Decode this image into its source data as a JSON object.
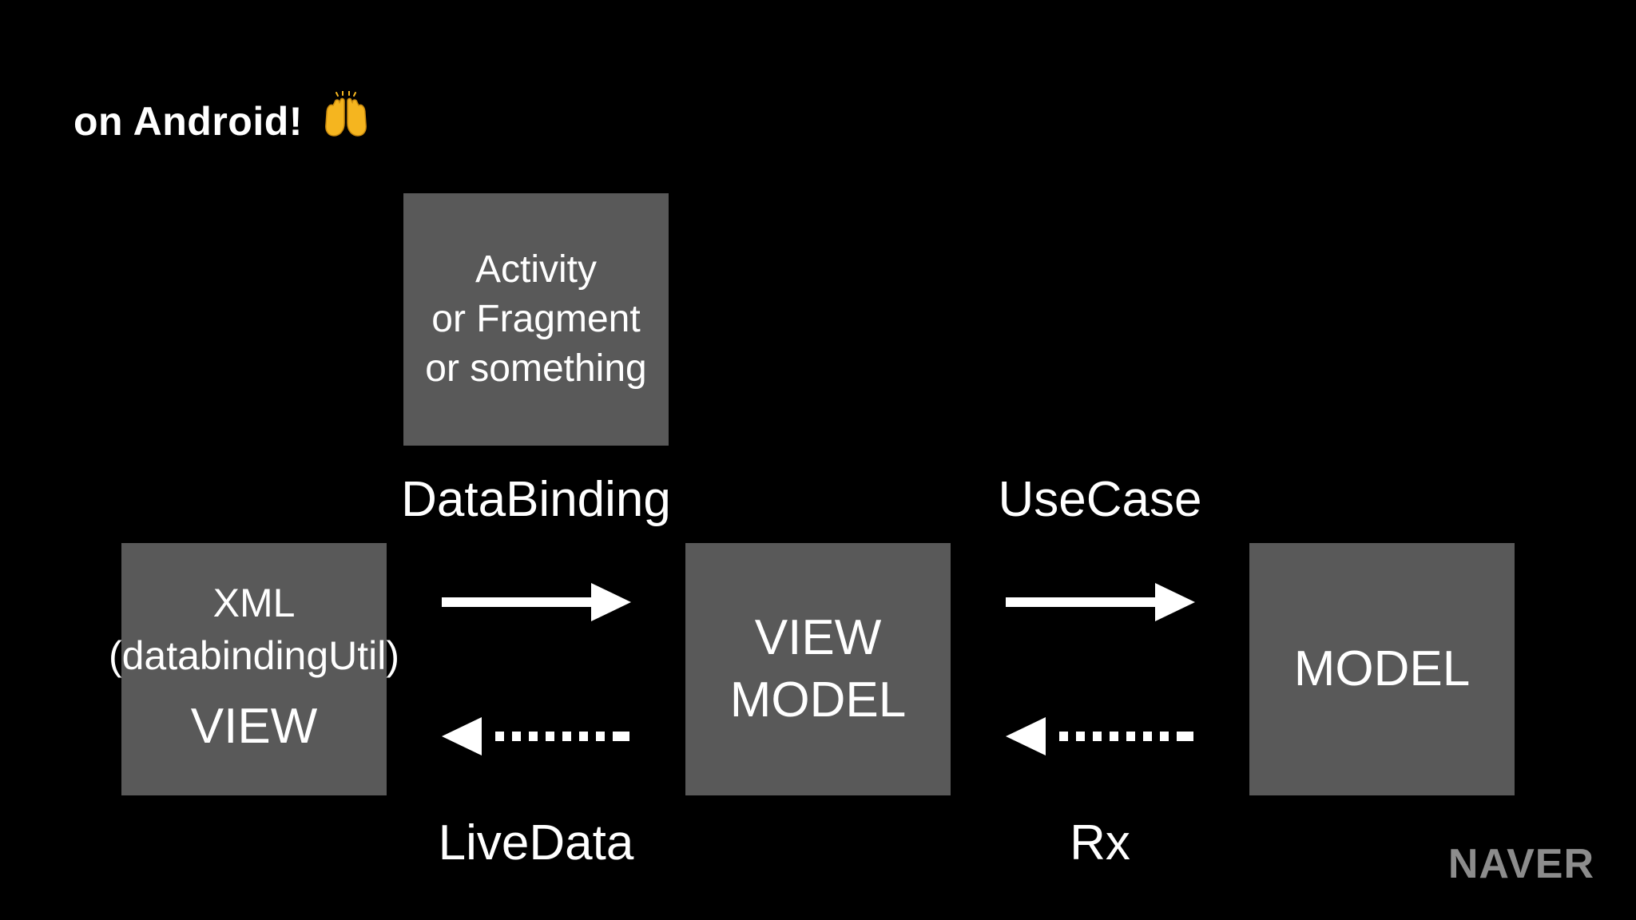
{
  "slide": {
    "title": "on Android!",
    "title_icon": "raising-hands-emoji",
    "logo": "NAVER"
  },
  "boxes": {
    "activity": {
      "lines": [
        "Activity",
        "or Fragment",
        "or something"
      ]
    },
    "view": {
      "xml_line1": "XML",
      "xml_line2": "(databindingUtil)",
      "label": "VIEW"
    },
    "viewmodel": {
      "line1": "VIEW",
      "line2": "MODEL"
    },
    "model": {
      "label": "MODEL"
    }
  },
  "edges": {
    "view_to_viewmodel": "DataBinding",
    "viewmodel_to_model": "UseCase",
    "viewmodel_to_view": "LiveData",
    "model_to_viewmodel": "Rx"
  },
  "colors": {
    "background": "#000000",
    "box": "#595959",
    "text": "#ffffff",
    "logo": "#8c8c8c",
    "emoji": "#f5b51f"
  }
}
